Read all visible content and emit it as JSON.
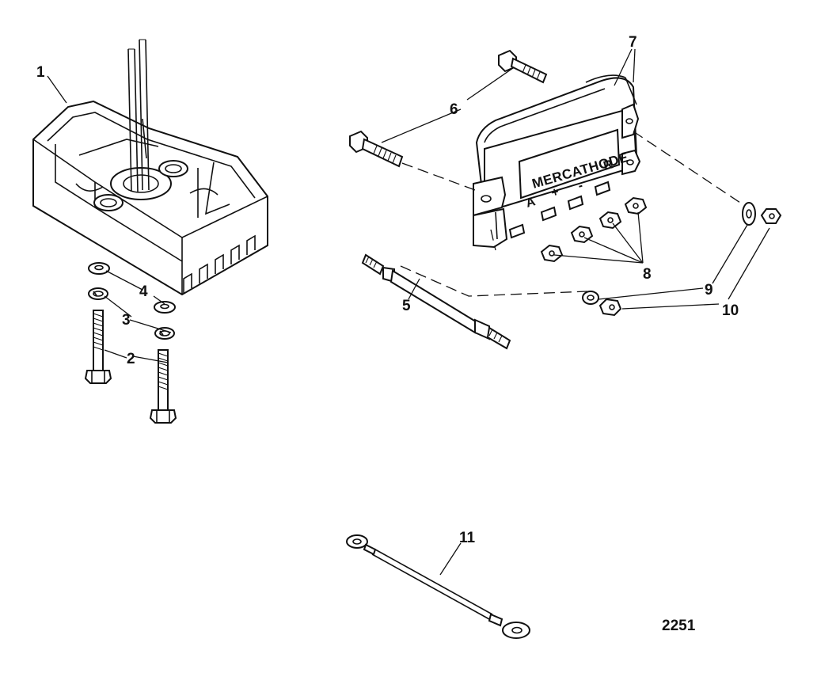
{
  "diagram": {
    "figure_number": "2251",
    "callouts": {
      "c1": "1",
      "c2": "2",
      "c3": "3",
      "c4": "4",
      "c5": "5",
      "c6": "6",
      "c7": "7",
      "c8": "8",
      "c9": "9",
      "c10": "10",
      "c11": "11"
    },
    "controller": {
      "brand_label": "MERCATHODE",
      "terminals": {
        "a": "A",
        "plus": "+",
        "minus": "-",
        "r": "R"
      }
    }
  }
}
